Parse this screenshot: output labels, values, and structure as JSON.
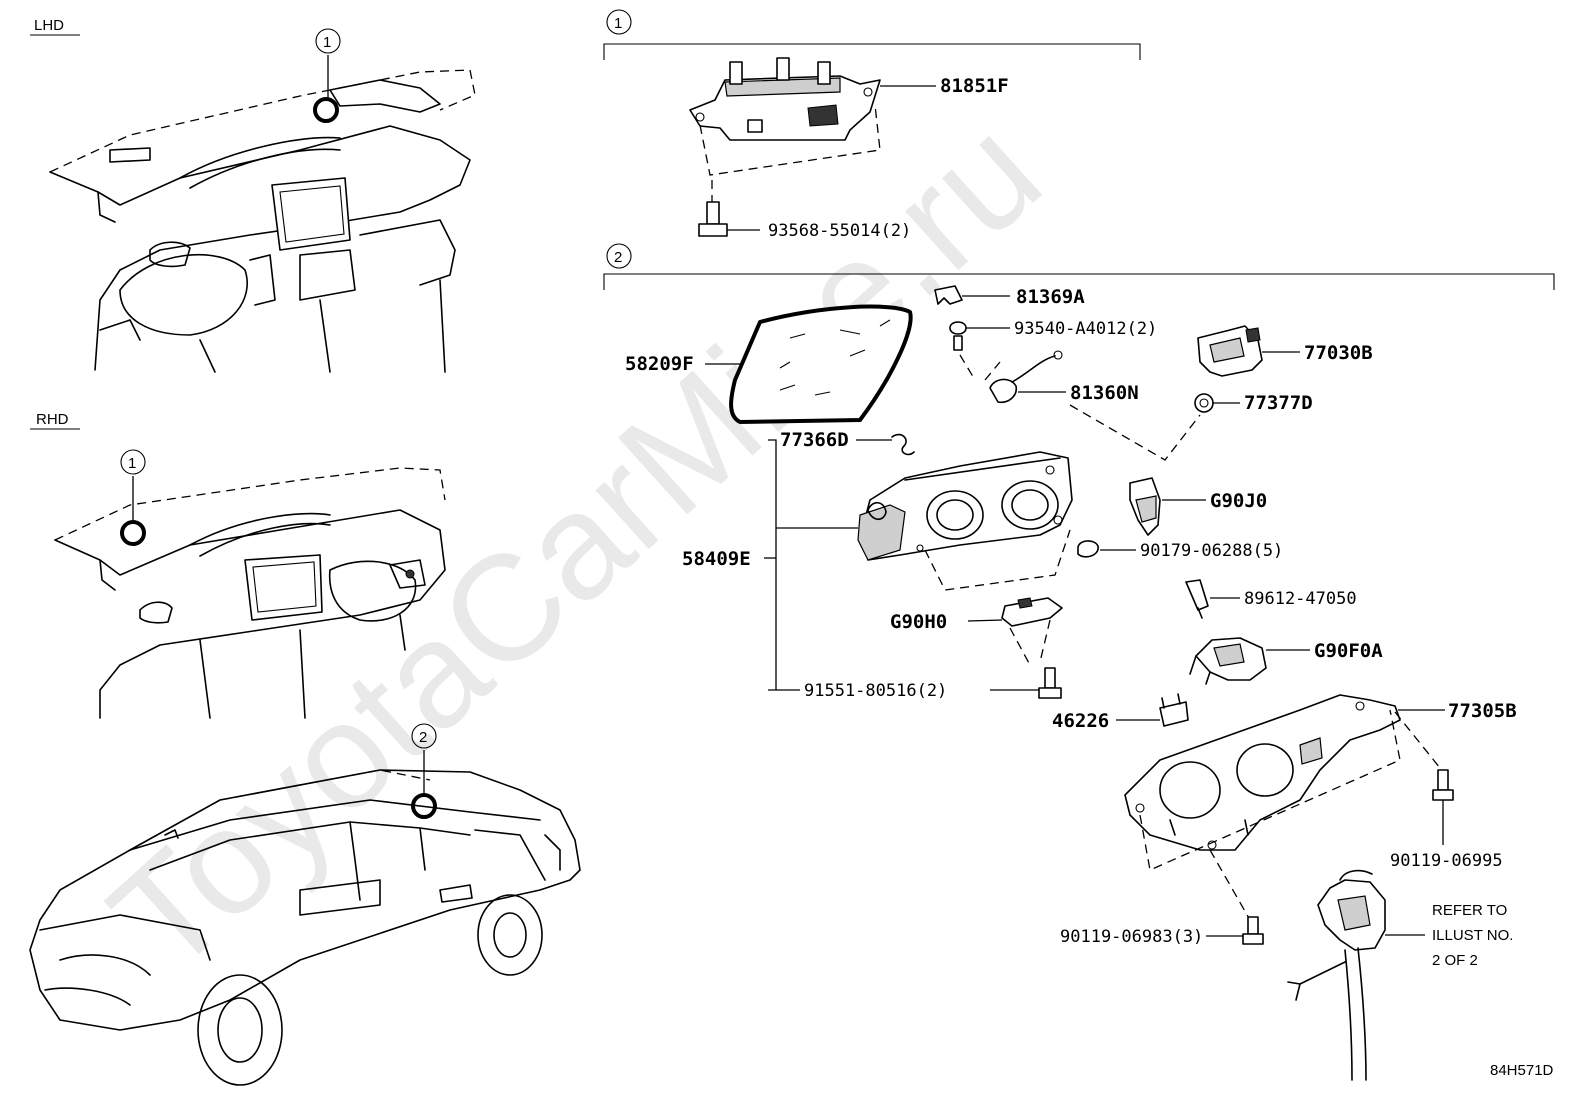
{
  "watermark": "ToyotaCarMine.ru",
  "figure_code": "84H571D",
  "views": {
    "lhd_label": "LHD",
    "rhd_label": "RHD",
    "marker_1": "1",
    "marker_2": "2"
  },
  "groups": {
    "group_1_number": "1",
    "group_2_number": "2"
  },
  "parts": {
    "p81851F": "81851F",
    "p93568": "93568-55014(2)",
    "p81369A": "81369A",
    "p93540": "93540-A4012(2)",
    "p77030B": "77030B",
    "p58209F": "58209F",
    "p81360N": "81360N",
    "p77377D": "77377D",
    "p77366D": "77366D",
    "pG90J0": "G90J0",
    "p58409E": "58409E",
    "p90179": "90179-06288(5)",
    "p89612": "89612-47050",
    "pG90H0": "G90H0",
    "pG90F0A": "G90F0A",
    "p91551": "91551-80516(2)",
    "p46226": "46226",
    "p77305B": "77305B",
    "p90119_06995": "90119-06995",
    "p90119_06983": "90119-06983(3)"
  },
  "refer": {
    "line1": "REFER TO",
    "line2": "ILLUST NO.",
    "line3": "2 OF 2"
  }
}
